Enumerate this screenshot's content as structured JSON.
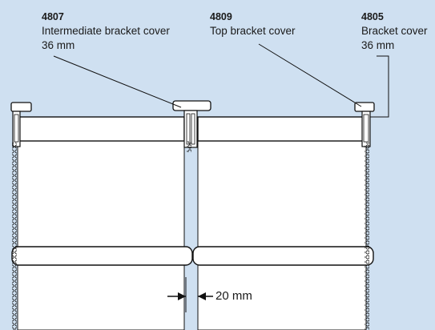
{
  "labels": {
    "intermediate": {
      "code": "4807",
      "name": "Intermediate bracket cover",
      "size": "36 mm"
    },
    "top": {
      "code": "4809",
      "name": "Top bracket cover"
    },
    "bracket": {
      "code": "4805",
      "name": "Bracket cover",
      "size": "36 mm"
    }
  },
  "dimension": {
    "gap": "20 mm"
  },
  "colors": {
    "background": "#cfe0f1",
    "fabric": "#ffffff",
    "outline": "#111111"
  }
}
